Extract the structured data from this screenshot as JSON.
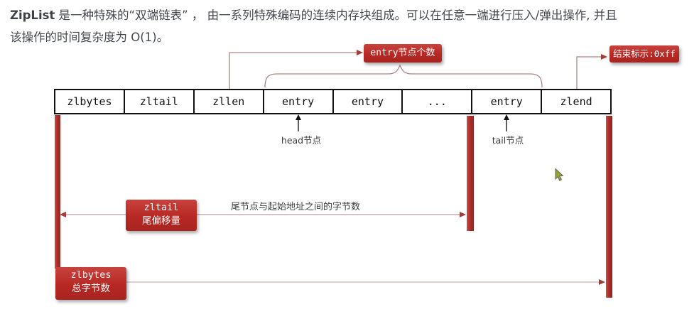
{
  "intro": {
    "line1_bold": "ZipList",
    "line1_rest": " 是一种特殊的“双端链表” ， 由一系列特殊编码的连续内存块组成。可以在任意一端进行压入/弹出操作, 并且",
    "line2": "该操作的时间复杂度为 O(1)。"
  },
  "structure_table": {
    "cells": [
      "zlbytes",
      "zltail",
      "zllen",
      "entry",
      "entry",
      "...",
      "entry",
      "zlend"
    ]
  },
  "badges": {
    "entry_count": "entry节点个数",
    "end_marker": "结束标示:0xff",
    "zltail": {
      "line1": "zltail",
      "line2": "尾偏移量"
    },
    "zlbytes": {
      "line1": "zlbytes",
      "line2": "总字节数"
    }
  },
  "annotations": {
    "head_node": "head节点",
    "tail_node": "tail节点",
    "tail_offset_desc": "尾节点与起始地址之间的字节数"
  },
  "colors": {
    "badge_red": "#b72823",
    "bar_red": "#b02e2a",
    "connector_rose": "#ab8585",
    "arrowhead_dark": "#a63a36",
    "text_dark": "#45494f"
  }
}
